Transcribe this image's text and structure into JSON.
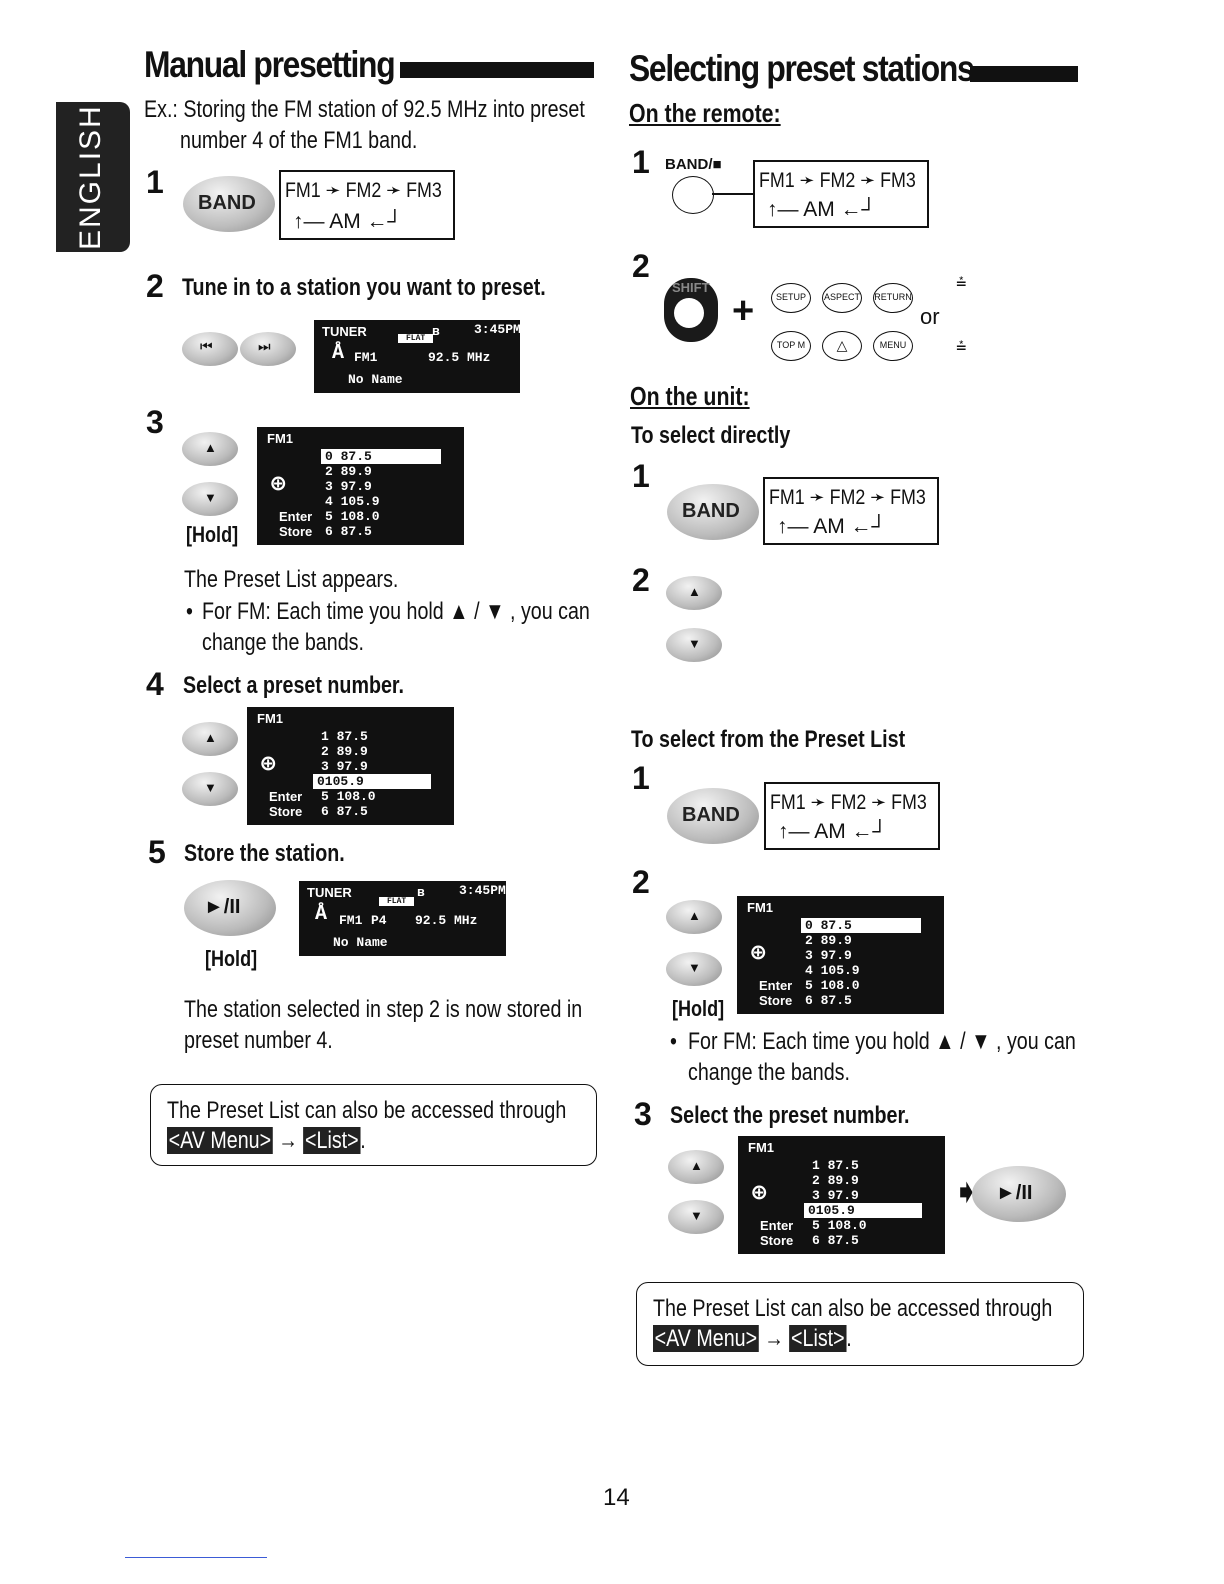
{
  "side_tab": "ENGLISH",
  "left": {
    "title": "Manual presetting",
    "example_line1": "Ex.: Storing the FM station of 92.5 MHz into preset",
    "example_line2": "number 4 of the FM1 band.",
    "step1": {
      "num": "1",
      "button": "BAND"
    },
    "flow": {
      "fm1": "FM1",
      "fm2": "FM2",
      "fm3": "FM3",
      "am": "AM"
    },
    "step2": {
      "num": "2",
      "text": "Tune in to a station you want to preset."
    },
    "tuner_screen": {
      "label": "TUNER",
      "flat": "FLAT",
      "time": "3:45PM",
      "band": "FM1",
      "freq": "92.5 MHz",
      "name": "No Name"
    },
    "step3": {
      "num": "3",
      "hold": "[Hold]",
      "after": "The Preset List appears.",
      "bullet1": "For FM: Each time you hold ▲ / ▼ , you can",
      "bullet2": "change the bands."
    },
    "preset_screen": {
      "band": "FM1",
      "rows": [
        "0 87.5",
        "2 89.9",
        "3 97.9",
        "4 105.9",
        "5 108.0",
        "6 87.5"
      ],
      "enter": "Enter",
      "store": "Store"
    },
    "step4": {
      "num": "4",
      "text": "Select a preset number.",
      "rows": [
        "1 87.5",
        "2 89.9",
        "3 97.9",
        "0105.9",
        "5 108.0",
        "6 87.5"
      ]
    },
    "step5": {
      "num": "5",
      "text": "Store the station.",
      "button": "►/II",
      "hold": "[Hold]",
      "screen_band": "FM1",
      "screen_preset": "P4"
    },
    "stored_line1": "The station selected in step 2 is now stored in",
    "stored_line2": "preset number 4.",
    "note_line1": "The Preset List can also be accessed through",
    "note_menu": "<AV Menu>",
    "note_arrow": "→",
    "note_list": "<List>",
    "note_end": "."
  },
  "right": {
    "title": "Selecting preset stations",
    "remote_heading": "On the remote:",
    "r_step1": {
      "num": "1",
      "label": "BAND/■"
    },
    "r_step2": {
      "num": "2",
      "shift": "SHIFT",
      "plus": "+",
      "btns_top": [
        "SETUP",
        "ASPECT",
        "RETURN"
      ],
      "btns_bottom": [
        "TOP M",
        "△",
        "MENU"
      ],
      "or": "or"
    },
    "unit_heading": "On the unit:",
    "directly": "To select directly",
    "d_step1": "1",
    "d_step2": "2",
    "from_list": "To select from the Preset List",
    "l_step1": "1",
    "l_step2": {
      "num": "2",
      "hold": "[Hold]",
      "bullet1": "For FM: Each time you hold ▲ / ▼ , you can",
      "bullet2": "change the bands."
    },
    "l_step3": {
      "num": "3",
      "text": "Select the preset number."
    },
    "play": "►/II",
    "note_line1": "The Preset List can also be accessed through",
    "note_menu": "<AV Menu>",
    "note_arrow": "→",
    "note_list": "<List>",
    "note_end": "."
  },
  "page_number": "14"
}
